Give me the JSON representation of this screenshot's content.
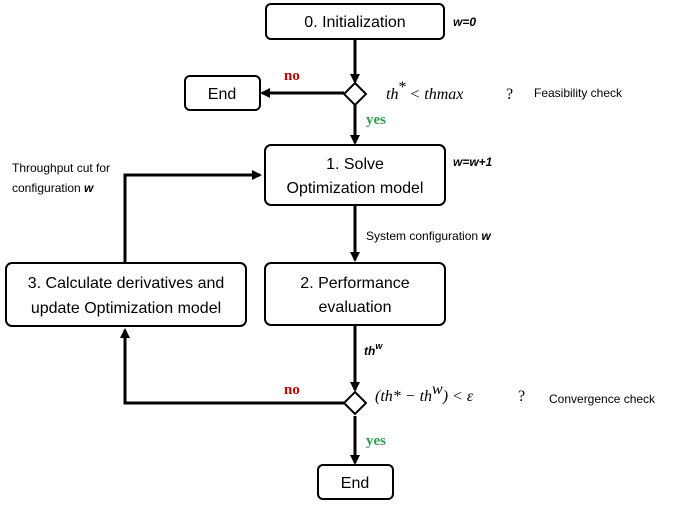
{
  "diagram": {
    "init_box": "0. Initialization",
    "init_note": "w=0",
    "end_top": "End",
    "no_label_top": "no",
    "feasibility_expr_lhs": "th",
    "feasibility_expr_sup": "*",
    "feasibility_expr_rhs": "< thmax",
    "feasibility_q": "?",
    "feasibility_label": "Feasibility check",
    "yes_label_top": "yes",
    "solve_box_line1": "1. Solve",
    "solve_box_line2": "Optimization model",
    "solve_note": "w=w+1",
    "throughput_cut_line1": "Throughput cut for",
    "throughput_cut_line2_prefix": "configuration ",
    "throughput_cut_line2_var": "w",
    "system_config_prefix": "System configuration ",
    "system_config_var": "w",
    "calc_box_line1": "3. Calculate derivatives and",
    "calc_box_line2": "update Optimization model",
    "perf_box_line1": "2. Performance",
    "perf_box_line2": "evaluation",
    "thw_base": "th",
    "thw_sup": "w",
    "no_label_bottom": "no",
    "convergence_expr": "(th* − th",
    "convergence_expr_sup": "w",
    "convergence_expr_tail": ") < ε",
    "convergence_q": "?",
    "convergence_label": "Convergence check",
    "yes_label_bottom": "yes",
    "end_bottom": "End"
  },
  "colors": {
    "no": "#c00000",
    "yes": "#2e9e4f",
    "line": "#000000"
  }
}
